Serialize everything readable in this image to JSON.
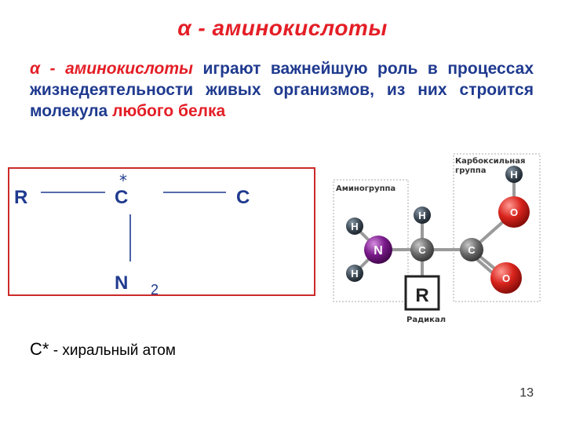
{
  "slide": {
    "title": "α - аминокислоты",
    "paragraph": {
      "alpha_term": "α - аминокислоты",
      "text_middle": " играют важнейшую роль в процессах жизнедеятельности живых организмов, из них строится молекула ",
      "highlight": "любого белка"
    },
    "formula": {
      "r": "R",
      "c": "C",
      "star": "*",
      "right": "C",
      "n": "N",
      "sub": "2"
    },
    "footnote": {
      "symbol": "C*",
      "text": " - хиральный атом"
    },
    "page_number": "13"
  },
  "diagram": {
    "amino_group_label": "Аминогруппа",
    "carboxyl_group_label": [
      "Карбоксильная",
      "группа"
    ],
    "radical_label": "Радикал",
    "atoms": {
      "h_top_left": "H",
      "h_bottom_left": "H",
      "n": "N",
      "c_alpha": "C",
      "h_alpha": "H",
      "c_carboxyl": "C",
      "o_top": "O",
      "o_bottom": "O",
      "h_carboxyl": "H",
      "r": "R"
    },
    "colors": {
      "hydrogen": "#3d4a55",
      "nitrogen": "#7a1a8a",
      "carbon": "#666666",
      "oxygen": "#d8231c"
    }
  }
}
